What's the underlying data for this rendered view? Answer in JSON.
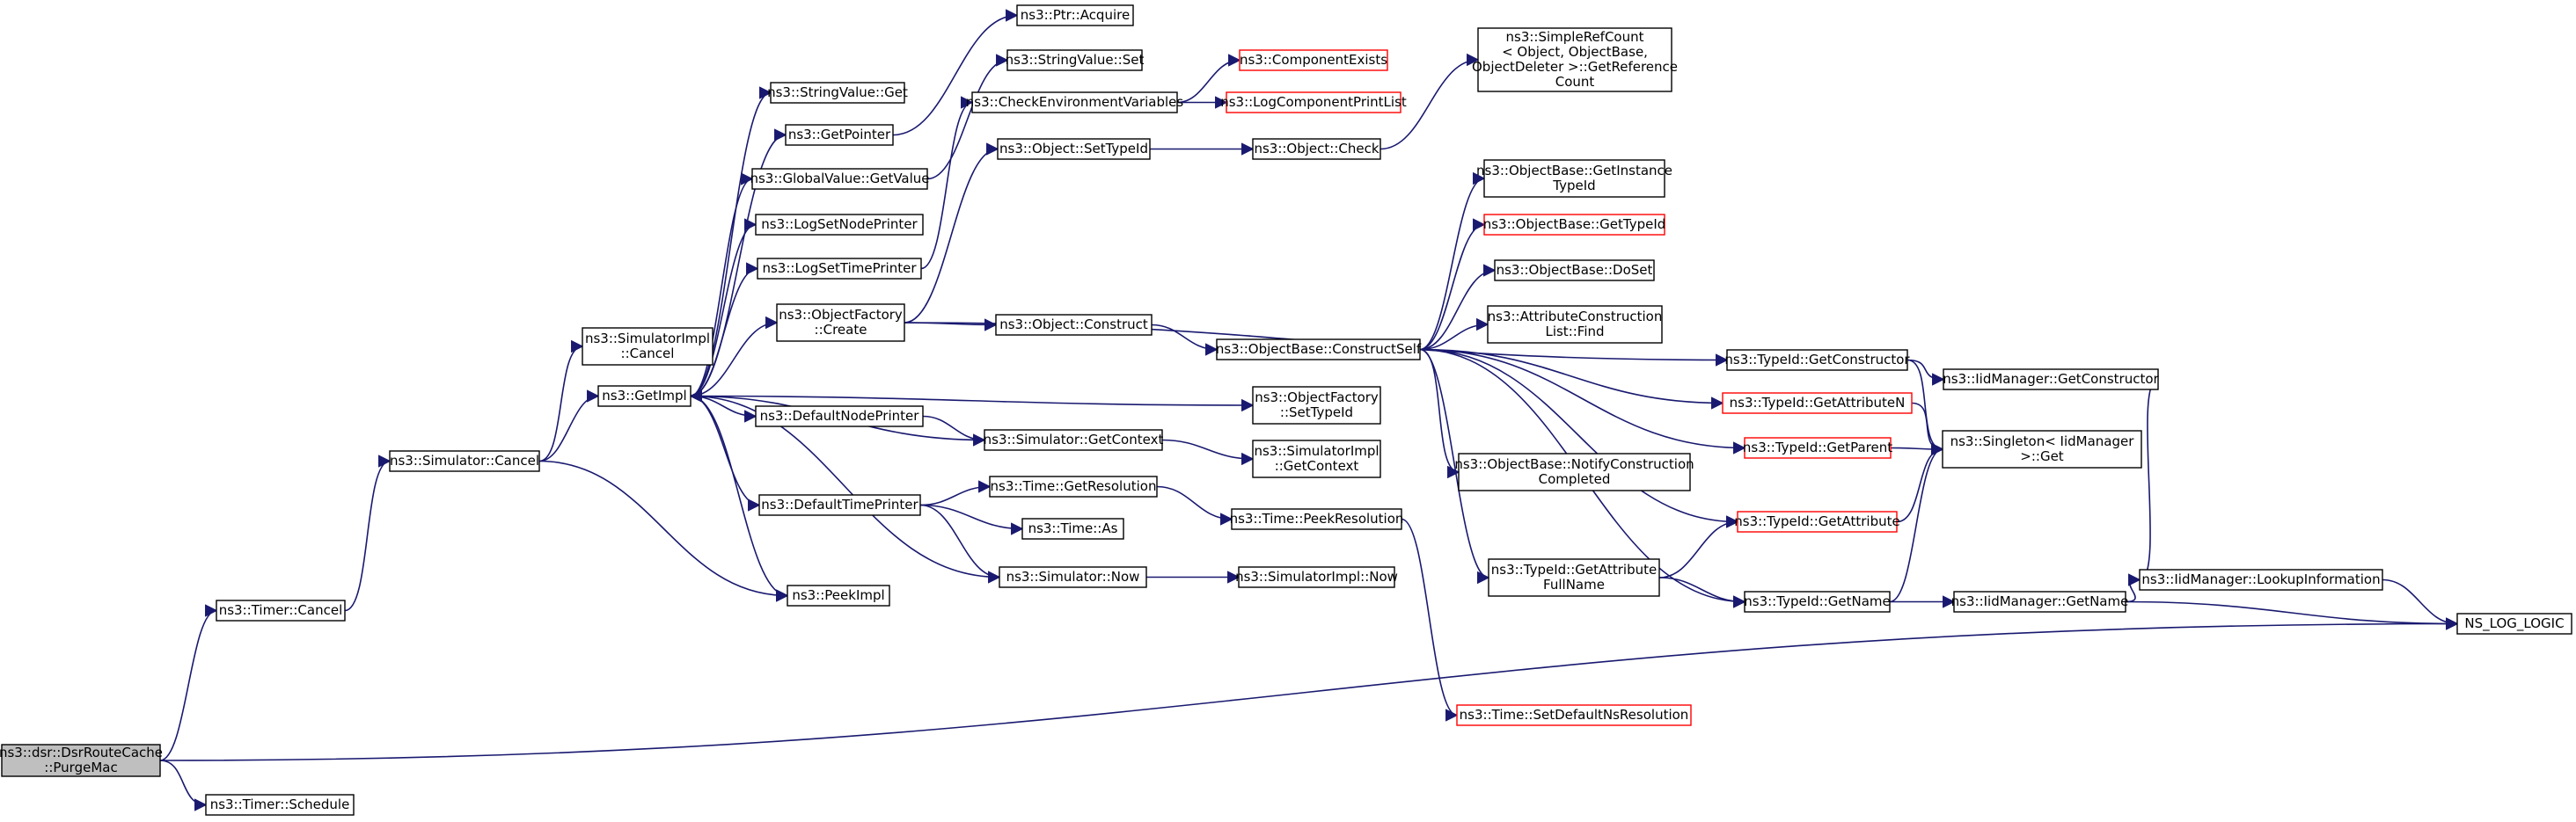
{
  "colors": {
    "edge": "#191970",
    "node_border": "#000000",
    "truncated_border": "#ff0000",
    "root_fill": "#bfbfbf",
    "node_fill": "#ffffff",
    "text": "#000000"
  },
  "nodes": [
    {
      "id": "purgemac",
      "lines": [
        "ns3::dsr::DsrRouteCache",
        "::PurgeMac"
      ],
      "root": true
    },
    {
      "id": "timer_cancel",
      "lines": [
        "ns3::Timer::Cancel"
      ]
    },
    {
      "id": "timer_schedule",
      "lines": [
        "ns3::Timer::Schedule"
      ]
    },
    {
      "id": "sim_cancel",
      "lines": [
        "ns3::Simulator::Cancel"
      ]
    },
    {
      "id": "simimpl_cancel",
      "lines": [
        "ns3::SimulatorImpl",
        "::Cancel"
      ]
    },
    {
      "id": "getimpl",
      "lines": [
        "ns3::GetImpl"
      ]
    },
    {
      "id": "peekimpl",
      "lines": [
        "ns3::PeekImpl"
      ]
    },
    {
      "id": "ptr_acquire",
      "lines": [
        "ns3::Ptr::Acquire"
      ]
    },
    {
      "id": "strval_get",
      "lines": [
        "ns3::StringValue::Get"
      ]
    },
    {
      "id": "getpointer",
      "lines": [
        "ns3::GetPointer"
      ]
    },
    {
      "id": "globalval_getvalue",
      "lines": [
        "ns3::GlobalValue::GetValue"
      ]
    },
    {
      "id": "logsetnodeprinter",
      "lines": [
        "ns3::LogSetNodePrinter"
      ]
    },
    {
      "id": "logsettimeprinter",
      "lines": [
        "ns3::LogSetTimePrinter"
      ]
    },
    {
      "id": "objfactory_create",
      "lines": [
        "ns3::ObjectFactory",
        "::Create"
      ]
    },
    {
      "id": "defaultnodeprinter",
      "lines": [
        "ns3::DefaultNodePrinter"
      ]
    },
    {
      "id": "defaulttimeprinter",
      "lines": [
        "ns3::DefaultTimePrinter"
      ]
    },
    {
      "id": "strval_set",
      "lines": [
        "ns3::StringValue::Set"
      ]
    },
    {
      "id": "checkenv",
      "lines": [
        "ns3::CheckEnvironmentVariables"
      ]
    },
    {
      "id": "obj_settypeid",
      "lines": [
        "ns3::Object::SetTypeId"
      ]
    },
    {
      "id": "obj_construct",
      "lines": [
        "ns3::Object::Construct"
      ]
    },
    {
      "id": "sim_getcontext",
      "lines": [
        "ns3::Simulator::GetContext"
      ]
    },
    {
      "id": "time_getresolution",
      "lines": [
        "ns3::Time::GetResolution"
      ]
    },
    {
      "id": "time_as",
      "lines": [
        "ns3::Time::As"
      ]
    },
    {
      "id": "sim_now",
      "lines": [
        "ns3::Simulator::Now"
      ]
    },
    {
      "id": "componentexists",
      "lines": [
        "ns3::ComponentExists"
      ],
      "truncated": true
    },
    {
      "id": "logcomponentprintlist",
      "lines": [
        "ns3::LogComponentPrintList"
      ],
      "truncated": true
    },
    {
      "id": "obj_check",
      "lines": [
        "ns3::Object::Check"
      ]
    },
    {
      "id": "objbase_constructself",
      "lines": [
        "ns3::ObjectBase::ConstructSelf"
      ]
    },
    {
      "id": "objfactory_settypeid",
      "lines": [
        "ns3::ObjectFactory",
        "::SetTypeId"
      ]
    },
    {
      "id": "simimpl_getcontext",
      "lines": [
        "ns3::SimulatorImpl",
        "::GetContext"
      ]
    },
    {
      "id": "time_peekresolution",
      "lines": [
        "ns3::Time::PeekResolution"
      ]
    },
    {
      "id": "simimpl_now",
      "lines": [
        "ns3::SimulatorImpl::Now"
      ]
    },
    {
      "id": "simplerefcount",
      "lines": [
        "ns3::SimpleRefCount",
        "< Object, ObjectBase,",
        "ObjectDeleter >::GetReference",
        "Count"
      ]
    },
    {
      "id": "objbase_getinstancetypeid",
      "lines": [
        "ns3::ObjectBase::GetInstance",
        "TypeId"
      ]
    },
    {
      "id": "objbase_gettypeid",
      "lines": [
        "ns3::ObjectBase::GetTypeId"
      ],
      "truncated": true
    },
    {
      "id": "objbase_doset",
      "lines": [
        "ns3::ObjectBase::DoSet"
      ]
    },
    {
      "id": "attrconslist_find",
      "lines": [
        "ns3::AttributeConstruction",
        "List::Find"
      ]
    },
    {
      "id": "objbase_notifyconstruction",
      "lines": [
        "ns3::ObjectBase::NotifyConstruction",
        "Completed"
      ]
    },
    {
      "id": "typeid_getattributefullname",
      "lines": [
        "ns3::TypeId::GetAttribute",
        "FullName"
      ]
    },
    {
      "id": "time_setdefaultns",
      "lines": [
        "ns3::Time::SetDefaultNsResolution"
      ],
      "truncated": true
    },
    {
      "id": "typeid_getconstructor",
      "lines": [
        "ns3::TypeId::GetConstructor"
      ]
    },
    {
      "id": "typeid_getattributen",
      "lines": [
        "ns3::TypeId::GetAttributeN"
      ],
      "truncated": true
    },
    {
      "id": "typeid_getparent",
      "lines": [
        "ns3::TypeId::GetParent"
      ],
      "truncated": true
    },
    {
      "id": "typeid_getattribute",
      "lines": [
        "ns3::TypeId::GetAttribute"
      ],
      "truncated": true
    },
    {
      "id": "typeid_getname",
      "lines": [
        "ns3::TypeId::GetName"
      ]
    },
    {
      "id": "iidmgr_getconstructor",
      "lines": [
        "ns3::IidManager::GetConstructor"
      ]
    },
    {
      "id": "singleton_get",
      "lines": [
        "ns3::Singleton< IidManager",
        " >::Get"
      ]
    },
    {
      "id": "iidmgr_getname",
      "lines": [
        "ns3::IidManager::GetName"
      ]
    },
    {
      "id": "iidmgr_lookupinfo",
      "lines": [
        "ns3::IidManager::LookupInformation"
      ]
    },
    {
      "id": "ns_log_logic",
      "lines": [
        "NS_LOG_LOGIC"
      ]
    }
  ],
  "edges": [
    {
      "from": "purgemac",
      "to": "timer_cancel"
    },
    {
      "from": "purgemac",
      "to": "timer_schedule"
    },
    {
      "from": "purgemac",
      "to": "ns_log_logic"
    },
    {
      "from": "timer_cancel",
      "to": "sim_cancel"
    },
    {
      "from": "sim_cancel",
      "to": "simimpl_cancel"
    },
    {
      "from": "sim_cancel",
      "to": "getimpl"
    },
    {
      "from": "sim_cancel",
      "to": "peekimpl"
    },
    {
      "from": "getimpl",
      "to": "strval_get"
    },
    {
      "from": "getimpl",
      "to": "getpointer"
    },
    {
      "from": "getimpl",
      "to": "globalval_getvalue"
    },
    {
      "from": "getimpl",
      "to": "logsetnodeprinter"
    },
    {
      "from": "getimpl",
      "to": "logsettimeprinter"
    },
    {
      "from": "getimpl",
      "to": "objfactory_create"
    },
    {
      "from": "getimpl",
      "to": "defaultnodeprinter"
    },
    {
      "from": "getimpl",
      "to": "defaulttimeprinter"
    },
    {
      "from": "getimpl",
      "to": "peekimpl"
    },
    {
      "from": "getimpl",
      "to": "objfactory_settypeid"
    },
    {
      "from": "getpointer",
      "to": "ptr_acquire"
    },
    {
      "from": "globalval_getvalue",
      "to": "strval_set"
    },
    {
      "from": "logsettimeprinter",
      "to": "checkenv"
    },
    {
      "from": "checkenv",
      "to": "componentexists"
    },
    {
      "from": "checkenv",
      "to": "logcomponentprintlist"
    },
    {
      "from": "objfactory_create",
      "to": "obj_settypeid"
    },
    {
      "from": "objfactory_create",
      "to": "obj_construct"
    },
    {
      "from": "objfactory_create",
      "to": "typeid_getconstructor"
    },
    {
      "from": "obj_settypeid",
      "to": "obj_check"
    },
    {
      "from": "obj_check",
      "to": "simplerefcount"
    },
    {
      "from": "obj_construct",
      "to": "objbase_constructself"
    },
    {
      "from": "defaultnodeprinter",
      "to": "sim_getcontext"
    },
    {
      "from": "sim_getcontext",
      "to": "getimpl"
    },
    {
      "from": "sim_getcontext",
      "to": "simimpl_getcontext"
    },
    {
      "from": "defaulttimeprinter",
      "to": "time_getresolution"
    },
    {
      "from": "defaulttimeprinter",
      "to": "time_as"
    },
    {
      "from": "defaulttimeprinter",
      "to": "sim_now"
    },
    {
      "from": "time_getresolution",
      "to": "time_peekresolution"
    },
    {
      "from": "time_peekresolution",
      "to": "time_setdefaultns"
    },
    {
      "from": "sim_now",
      "to": "getimpl"
    },
    {
      "from": "sim_now",
      "to": "simimpl_now"
    },
    {
      "from": "objbase_constructself",
      "to": "objbase_getinstancetypeid"
    },
    {
      "from": "objbase_constructself",
      "to": "objbase_gettypeid"
    },
    {
      "from": "objbase_constructself",
      "to": "objbase_doset"
    },
    {
      "from": "objbase_constructself",
      "to": "attrconslist_find"
    },
    {
      "from": "objbase_constructself",
      "to": "objbase_notifyconstruction"
    },
    {
      "from": "objbase_constructself",
      "to": "typeid_getattributefullname"
    },
    {
      "from": "objbase_constructself",
      "to": "typeid_getattributen"
    },
    {
      "from": "objbase_constructself",
      "to": "typeid_getparent"
    },
    {
      "from": "objbase_constructself",
      "to": "typeid_getattribute"
    },
    {
      "from": "objbase_constructself",
      "to": "typeid_getname"
    },
    {
      "from": "typeid_getattributefullname",
      "to": "typeid_getattribute"
    },
    {
      "from": "typeid_getattributefullname",
      "to": "typeid_getname"
    },
    {
      "from": "typeid_getconstructor",
      "to": "iidmgr_getconstructor"
    },
    {
      "from": "typeid_getconstructor",
      "to": "singleton_get"
    },
    {
      "from": "typeid_getattributen",
      "to": "singleton_get"
    },
    {
      "from": "typeid_getparent",
      "to": "singleton_get"
    },
    {
      "from": "typeid_getattribute",
      "to": "singleton_get"
    },
    {
      "from": "typeid_getname",
      "to": "singleton_get"
    },
    {
      "from": "typeid_getname",
      "to": "iidmgr_getname"
    },
    {
      "from": "iidmgr_getconstructor",
      "to": "iidmgr_lookupinfo"
    },
    {
      "from": "iidmgr_getname",
      "to": "iidmgr_lookupinfo"
    },
    {
      "from": "iidmgr_getname",
      "to": "ns_log_logic"
    },
    {
      "from": "iidmgr_lookupinfo",
      "to": "ns_log_logic"
    }
  ]
}
